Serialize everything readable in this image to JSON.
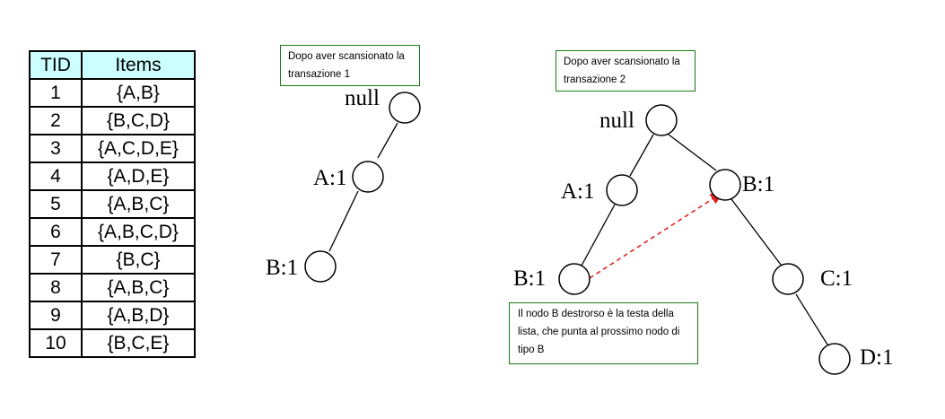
{
  "table": {
    "headers": [
      "TID",
      "Items"
    ],
    "rows": [
      [
        "1",
        "{A,B}"
      ],
      [
        "2",
        "{B,C,D}"
      ],
      [
        "3",
        "{A,C,D,E}"
      ],
      [
        "4",
        "{A,D,E}"
      ],
      [
        "5",
        "{A,B,C}"
      ],
      [
        "6",
        "{A,B,C,D}"
      ],
      [
        "7",
        "{B,C}"
      ],
      [
        "8",
        "{A,B,C}"
      ],
      [
        "9",
        "{A,B,D}"
      ],
      [
        "10",
        "{B,C,E}"
      ]
    ]
  },
  "note1": "Dopo aver scansionato la transazione 1",
  "note2": "Dopo aver scansionato la transazione 2",
  "note3": "Il nodo B destrorso è la testa della lista, che punta al prossimo nodo di tipo B",
  "tree1": {
    "null_label": "null",
    "a_label": "A:1",
    "b_label": "B:1"
  },
  "tree2": {
    "null_label": "null",
    "a_label": "A:1",
    "b_left_label": "B:1",
    "b_right_label": "B:1",
    "c_label": "C:1",
    "d_label": "D:1"
  },
  "colors": {
    "table_header": "#ccffff",
    "note_border": "#1a7a1a",
    "pointer_arrow": "#e02020"
  }
}
